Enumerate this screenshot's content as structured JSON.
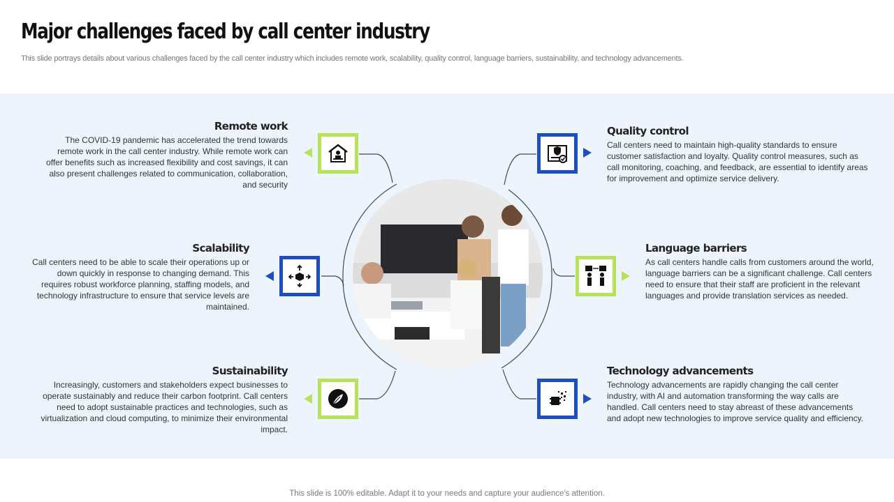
{
  "header": {
    "title": "Major challenges faced by call center industry",
    "subtitle": "This slide portrays details about various challenges faced by the call center industry which includes remote work, scalability, quality control, language barriers, sustainability, and technology advancements."
  },
  "items": {
    "remote_work": {
      "heading": "Remote work",
      "text": "The COVID-19 pandemic has accelerated the trend towards remote work in the call center industry. While remote work can offer benefits such as increased flexibility and cost savings, it can also present challenges related to communication, collaboration, and security",
      "icon": "home-office-icon"
    },
    "scalability": {
      "heading": "Scalability",
      "text": "Call centers need to be able to scale their operations up or down quickly in response to changing demand. This requires robust workforce planning, staffing models, and technology infrastructure to ensure that service levels are maintained.",
      "icon": "scale-cube-icon"
    },
    "sustainability": {
      "heading": "Sustainability",
      "text": "Increasingly, customers and stakeholders expect businesses to operate sustainably and reduce their carbon footprint. Call centers need to adopt sustainable practices and technologies, such as virtualization and cloud computing, to minimize their environmental impact.",
      "icon": "leaf-icon"
    },
    "quality_control": {
      "heading": "Quality control",
      "text": "Call centers need to maintain high-quality standards to ensure customer satisfaction and loyalty. Quality control measures, such as call monitoring, coaching, and feedback, are essential to identify areas for improvement and optimize service delivery.",
      "icon": "quality-certificate-icon"
    },
    "language_barriers": {
      "heading": "Language barriers",
      "text": "As call centers handle calls from customers around the world, language barriers can be a significant challenge. Call centers need to ensure that their staff are proficient in the relevant languages and provide translation services as needed.",
      "icon": "translation-people-icon"
    },
    "technology": {
      "heading": "Technology advancements",
      "text": "Technology advancements are rapidly changing the call center industry, with AI and automation transforming the way calls are handled. Call centers need to stay abreast of these advancements and adopt new technologies to improve service quality and efficiency.",
      "icon": "ai-chip-icon"
    }
  },
  "colors": {
    "green": "#b7e35a",
    "blue": "#1d4fc1",
    "band": "#eef4fb"
  },
  "footer": {
    "text": "This slide is 100% editable. Adapt it to your needs and capture your audience's attention."
  }
}
